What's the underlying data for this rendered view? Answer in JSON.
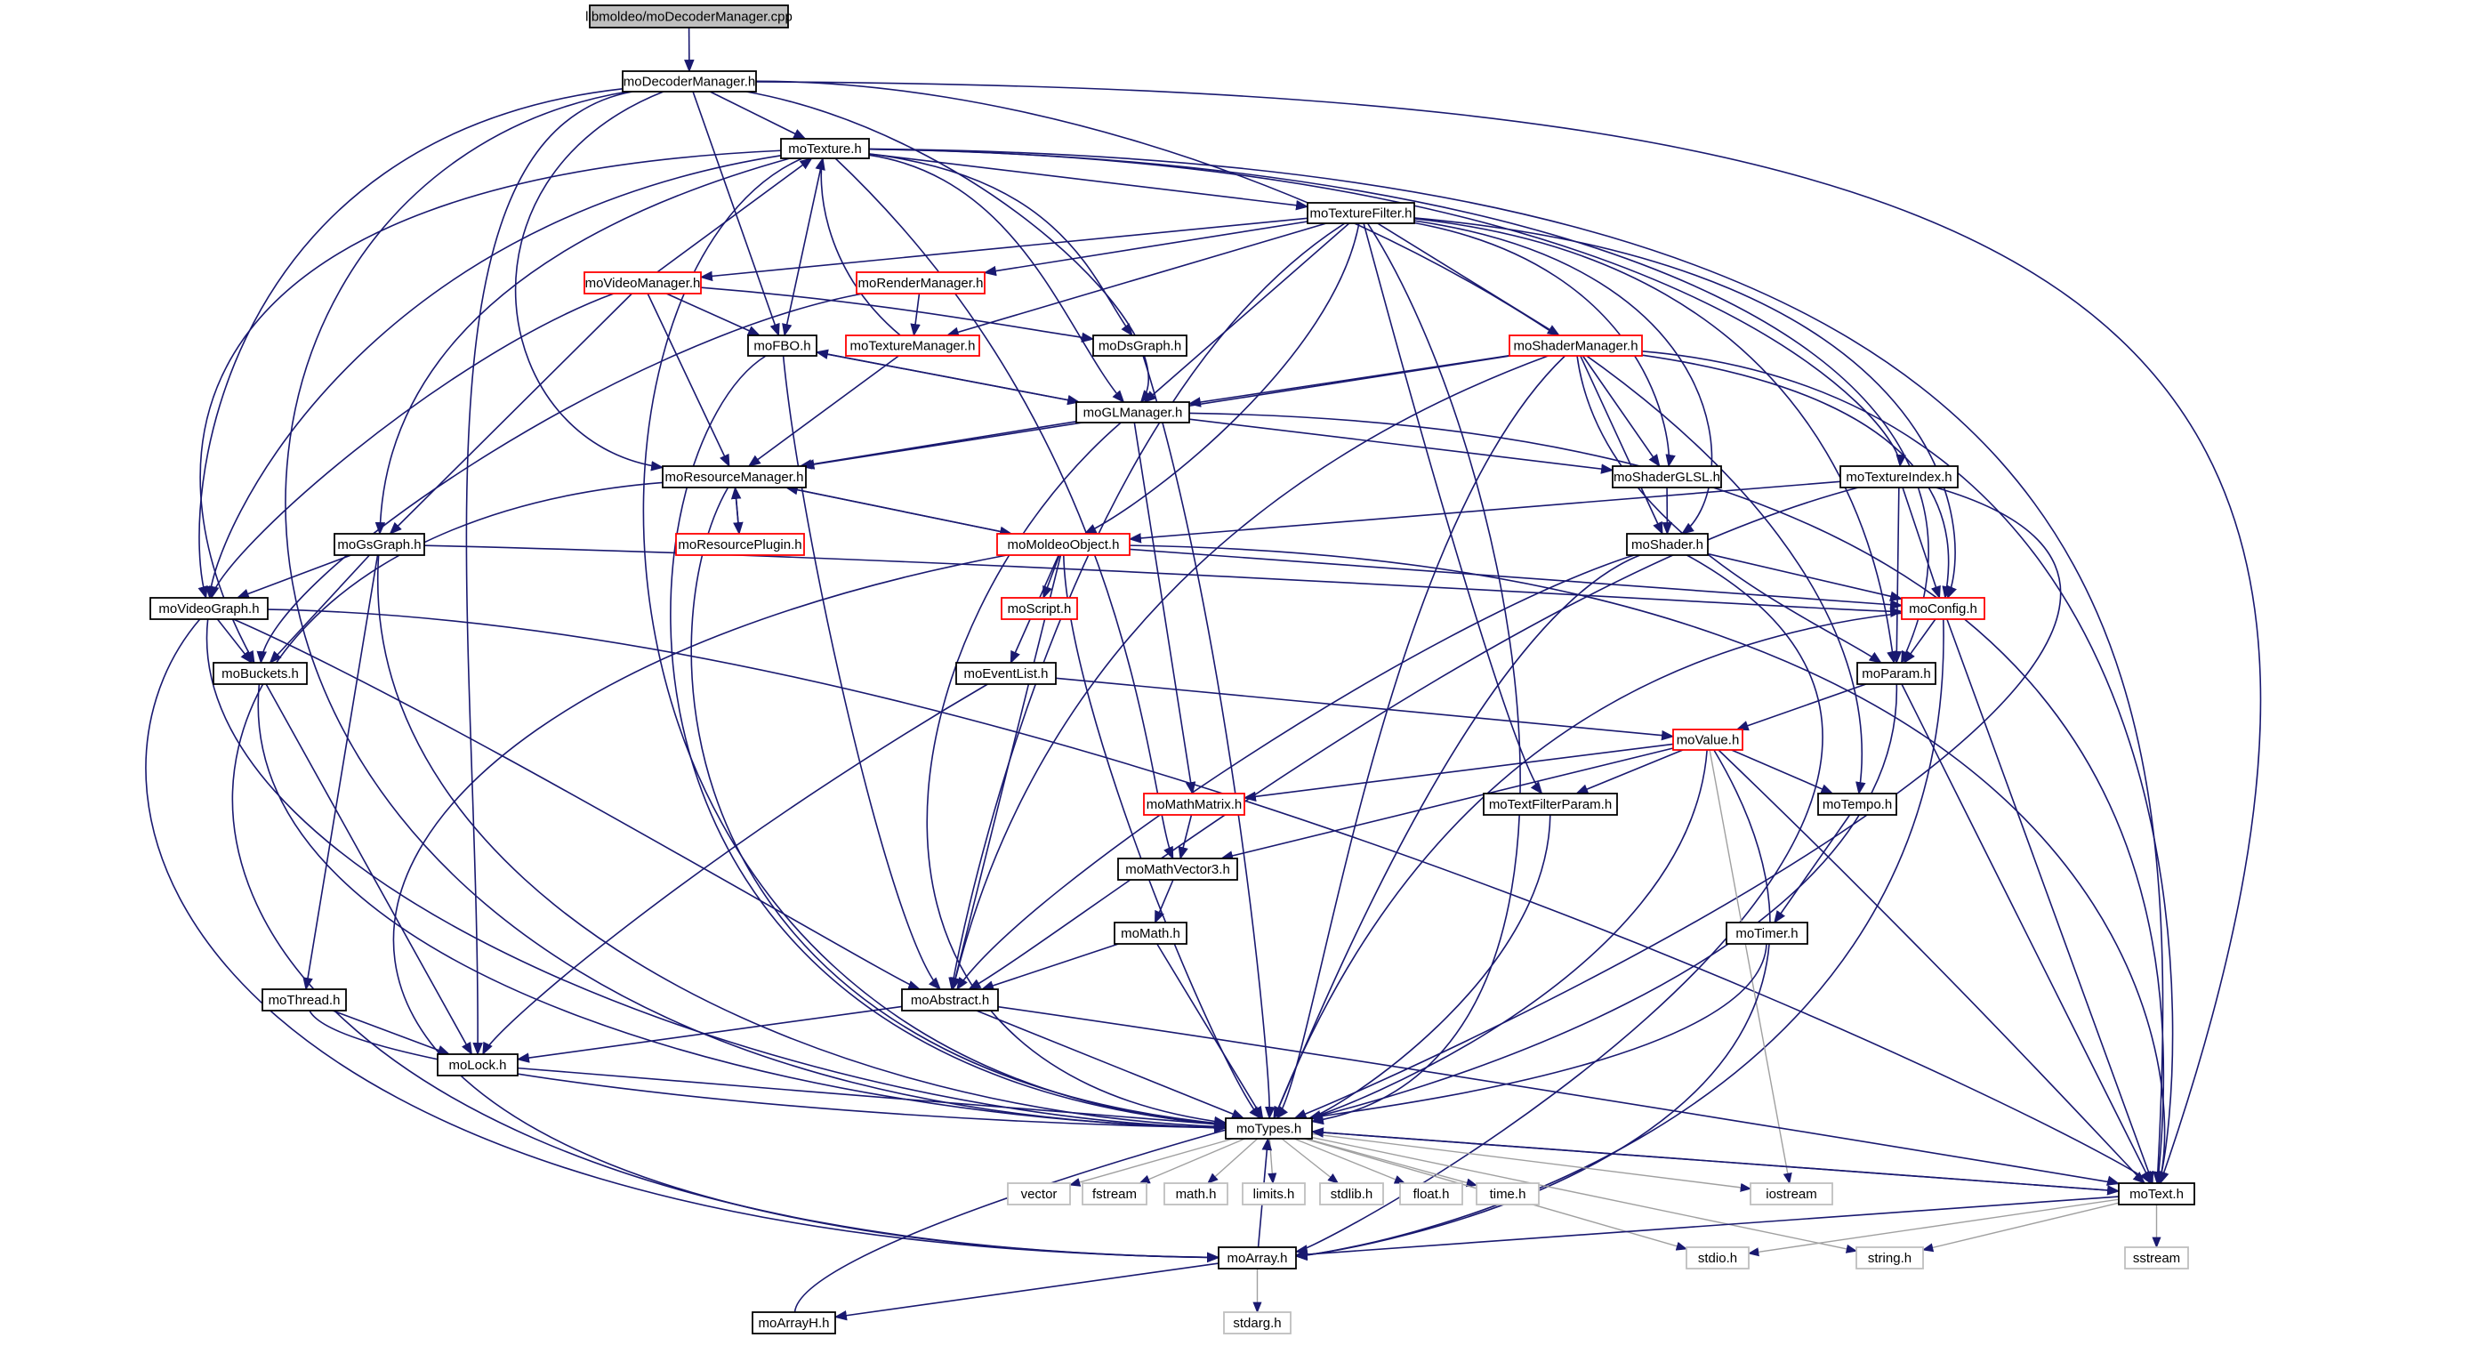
{
  "graph": {
    "nodes": {
      "root": "libmoldeo/moDecoderManager.cpp",
      "decodermanager": "moDecoderManager.h",
      "texture": "moTexture.h",
      "texturefilter": "moTextureFilter.h",
      "videomanager": "moVideoManager.h",
      "rendermanager": "moRenderManager.h",
      "texturemanager": "moTextureManager.h",
      "dsgraph": "moDsGraph.h",
      "fbo": "moFBO.h",
      "glmanager": "moGLManager.h",
      "shadermanager": "moShaderManager.h",
      "resourcemanager": "moResourceManager.h",
      "resourceplugin": "moResourcePlugin.h",
      "moldeoobject": "moMoldeoObject.h",
      "shaderglsl": "moShaderGLSL.h",
      "textureindex": "moTextureIndex.h",
      "gsgraph": "moGsGraph.h",
      "shader": "moShader.h",
      "videograph": "moVideoGraph.h",
      "config": "moConfig.h",
      "script": "moScript.h",
      "buckets": "moBuckets.h",
      "param": "moParam.h",
      "eventlist": "moEventList.h",
      "value": "moValue.h",
      "mathmatrix": "moMathMatrix.h",
      "textfilterparam": "moTextFilterParam.h",
      "tempo": "moTempo.h",
      "mathvector3": "moMathVector3.h",
      "math": "moMath.h",
      "timer": "moTimer.h",
      "thread": "moThread.h",
      "abstract": "moAbstract.h",
      "lock": "moLock.h",
      "types": "moTypes.h",
      "text": "moText.h",
      "vector": "vector",
      "fstream": "fstream",
      "mathh": "math.h",
      "limits": "limits.h",
      "stdlib": "stdlib.h",
      "float": "float.h",
      "time": "time.h",
      "iostream": "iostream",
      "array": "moArray.h",
      "stdio": "stdio.h",
      "string": "string.h",
      "sstream": "sstream",
      "arrayh": "moArrayH.h",
      "stdarg": "stdarg.h"
    },
    "colors": {
      "edge": "#191970",
      "node_border_default": "#000000",
      "node_border_truncated": "#ff0000",
      "node_border_system": "#bfbfbf",
      "root_fill": "#bfbfbf"
    }
  }
}
